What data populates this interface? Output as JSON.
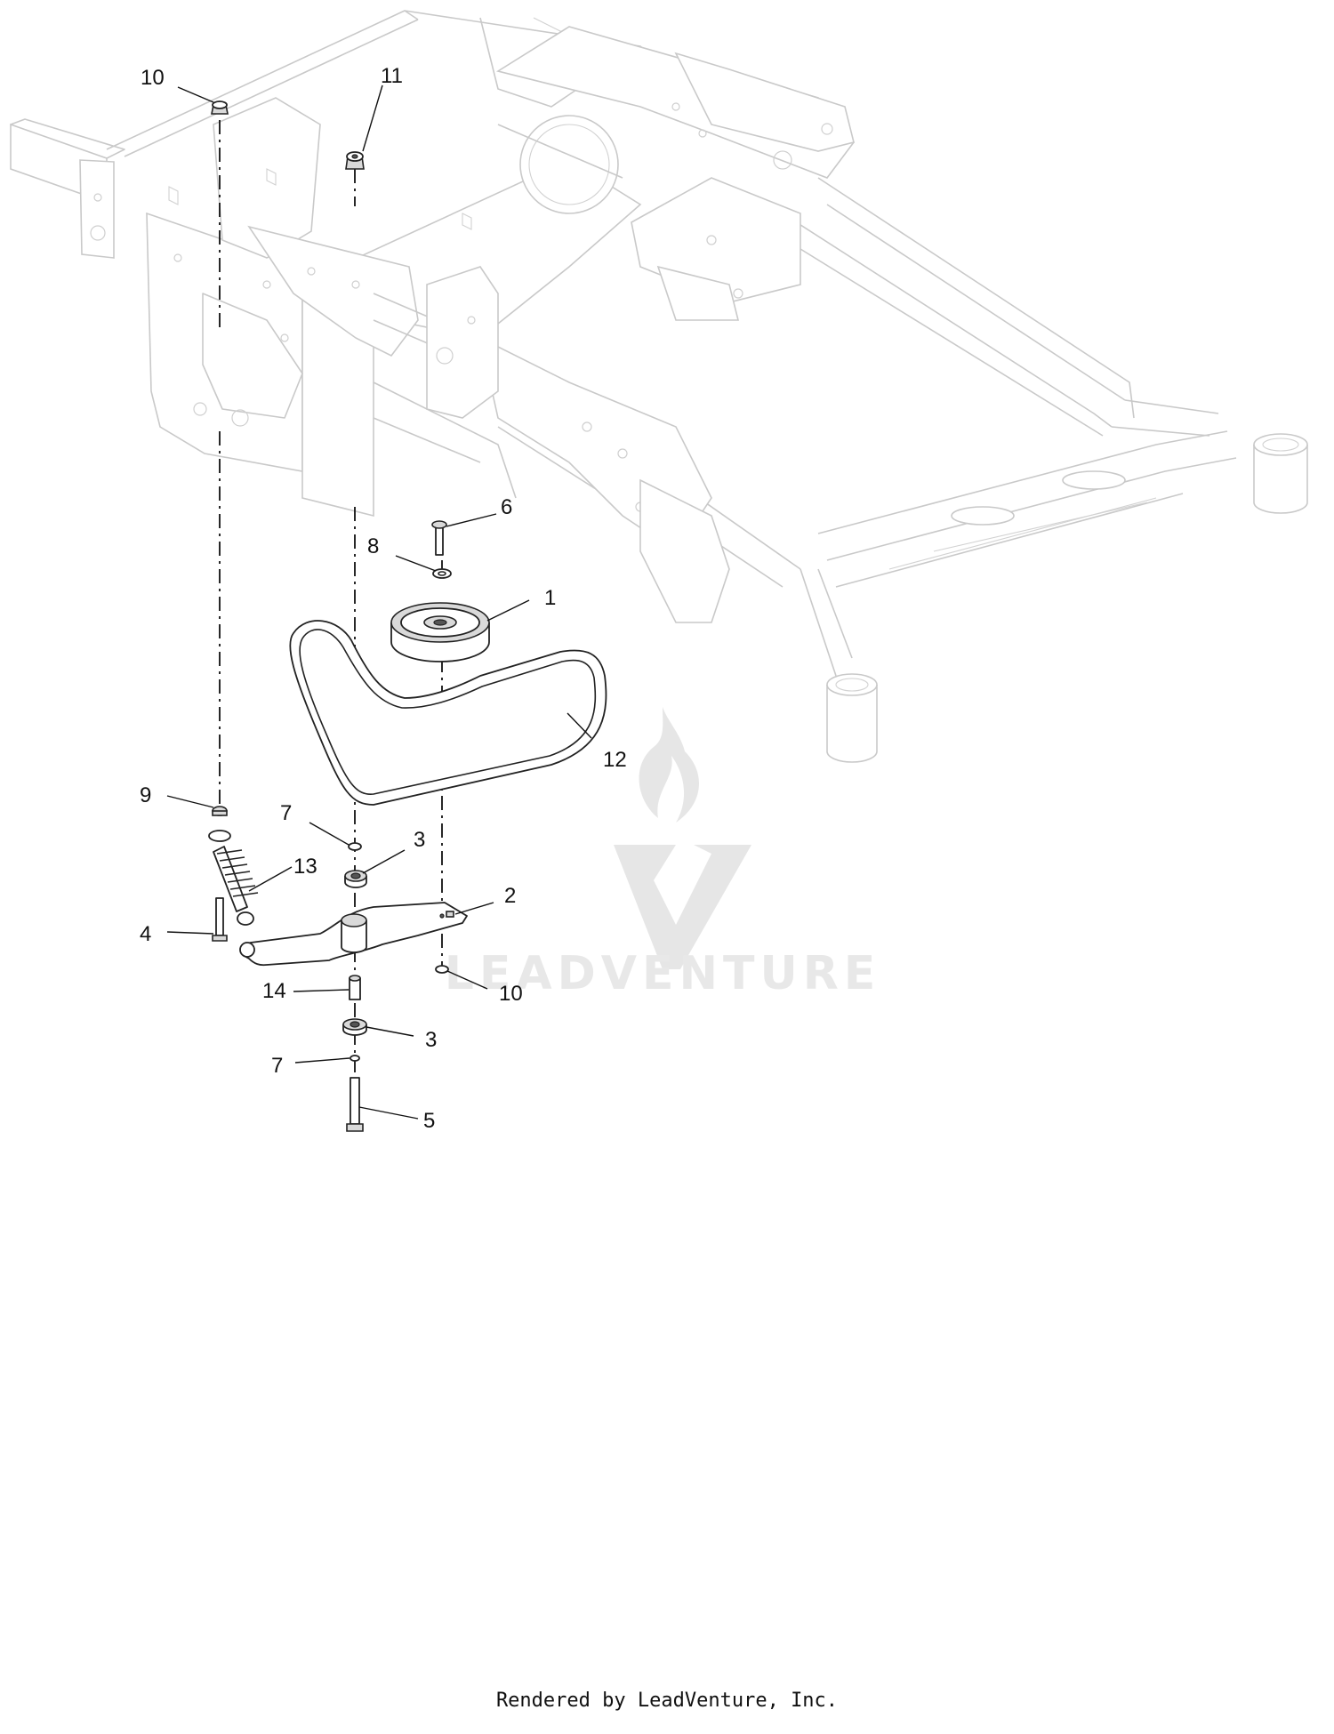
{
  "callouts": {
    "c1": "1",
    "c2": "2",
    "c3a": "3",
    "c3b": "3",
    "c4": "4",
    "c5": "5",
    "c6": "6",
    "c7a": "7",
    "c7b": "7",
    "c8": "8",
    "c9": "9",
    "c10a": "10",
    "c10b": "10",
    "c11": "11",
    "c12": "12",
    "c13": "13",
    "c14": "14"
  },
  "watermark": {
    "text": "LEADVENTURE"
  },
  "footer": {
    "text": "Rendered by LeadVenture, Inc."
  }
}
